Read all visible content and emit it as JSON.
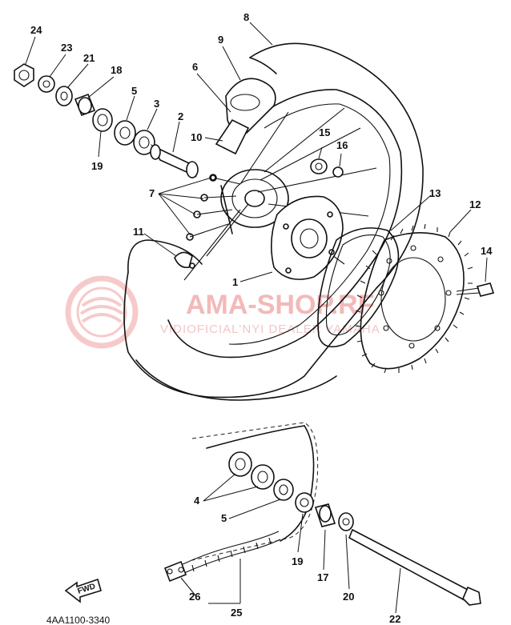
{
  "diagram": {
    "part_labels": {
      "p1": "1",
      "p2": "2",
      "p3": "3",
      "p4": "4",
      "p5a": "5",
      "p5b": "5",
      "p6": "6",
      "p7": "7",
      "p8": "8",
      "p9": "9",
      "p10": "10",
      "p11": "11",
      "p12": "12",
      "p13": "13",
      "p14": "14",
      "p15": "15",
      "p16": "16",
      "p17": "17",
      "p18": "18",
      "p19a": "19",
      "p19b": "19",
      "p20": "20",
      "p21": "21",
      "p22": "22",
      "p23": "23",
      "p24": "24",
      "p25": "25",
      "p26": "26"
    },
    "watermark": {
      "title": "AMA-SHOP.RF",
      "subtitle": "VIDIOFICIAL'NYI DEALER YAMAHA"
    },
    "fwd_label": "FWD",
    "drawing_code": "4AA1100-3340"
  },
  "colors": {
    "line": "#111111",
    "watermark": "#f3b9b9"
  }
}
